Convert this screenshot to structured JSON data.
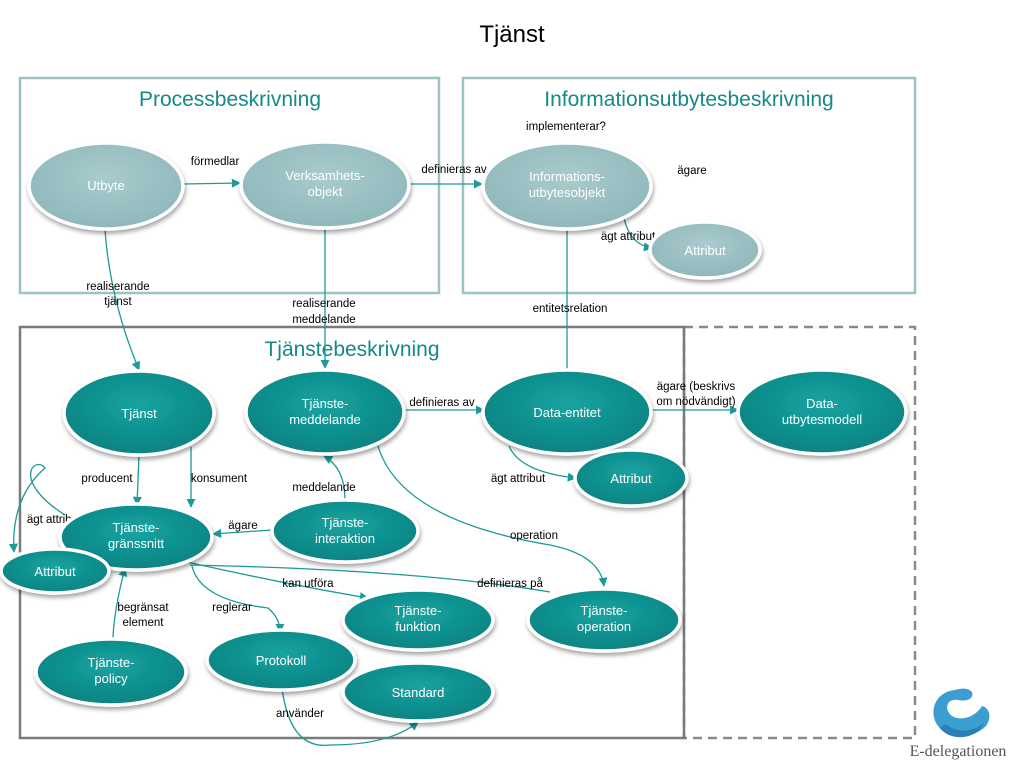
{
  "title": "Tjänst",
  "frames": {
    "process": "Processbeskrivning",
    "info": "Informationsutbytesbeskrivning",
    "service": "Tjänstebeskrivning"
  },
  "nodes": {
    "utbyte": [
      "Utbyte"
    ],
    "verksamhetsobjekt": [
      "Verksamhets-",
      "objekt"
    ],
    "informationsobjekt": [
      "Informations-",
      "utbytesobjekt"
    ],
    "attribut_info": [
      "Attribut"
    ],
    "tjanst": [
      "Tjänst"
    ],
    "tjanstemeddelande": [
      "Tjänste-",
      "meddelande"
    ],
    "dataentitet": [
      "Data-entitet"
    ],
    "datautbytesmodell": [
      "Data-",
      "utbytesmodell"
    ],
    "attribut_data": [
      "Attribut"
    ],
    "tjanstegranssnitt": [
      "Tjänste-",
      "gränssnitt"
    ],
    "tjansteinteraktion": [
      "Tjänste-",
      "interaktion"
    ],
    "attribut_left": [
      "Attribut"
    ],
    "tjanstefunktion": [
      "Tjänste-",
      "funktion"
    ],
    "tjansteoperation": [
      "Tjänste-",
      "operation"
    ],
    "protokoll": [
      "Protokoll"
    ],
    "tjanstepolicy": [
      "Tjänste-",
      "policy"
    ],
    "standard": [
      "Standard"
    ]
  },
  "edges": {
    "formedlar": [
      "förmedlar"
    ],
    "definieras_av_top": [
      "definieras av"
    ],
    "implementerar": [
      "implementerar?"
    ],
    "agare_top": [
      "ägare"
    ],
    "agt_attribut_info": [
      "ägt attribut"
    ],
    "realiserande_tjanst": [
      "realiserande",
      "tjänst"
    ],
    "realiserande_meddelande": [
      "realiserande",
      "meddelande"
    ],
    "entitetsrelation": [
      "entitetsrelation"
    ],
    "definieras_av_mid": [
      "definieras av"
    ],
    "agare_beskrivs": [
      "ägare (beskrivs",
      "om nödvändigt)"
    ],
    "producent": [
      "producent"
    ],
    "konsument": [
      "konsument"
    ],
    "meddelande": [
      "meddelande"
    ],
    "agt_attribut_data": [
      "ägt attribut"
    ],
    "agt_attribut_left": [
      "ägt attribut"
    ],
    "agare_mid": [
      "ägare"
    ],
    "operation": [
      "operation"
    ],
    "kan_utfora": [
      "kan utföra"
    ],
    "definieras_pa": [
      "definieras på"
    ],
    "begransat_element": [
      "begränsat",
      "element"
    ],
    "reglerar": [
      "reglerar"
    ],
    "anvander": [
      "använder"
    ]
  },
  "logo": {
    "text": "E-delegationen"
  },
  "colors": {
    "teal": "#0b8f8e",
    "grey_node": "#94bcbf",
    "frame_border": "#9cc3c4",
    "title_teal": "#14898a",
    "edge": "#1c9a98"
  }
}
